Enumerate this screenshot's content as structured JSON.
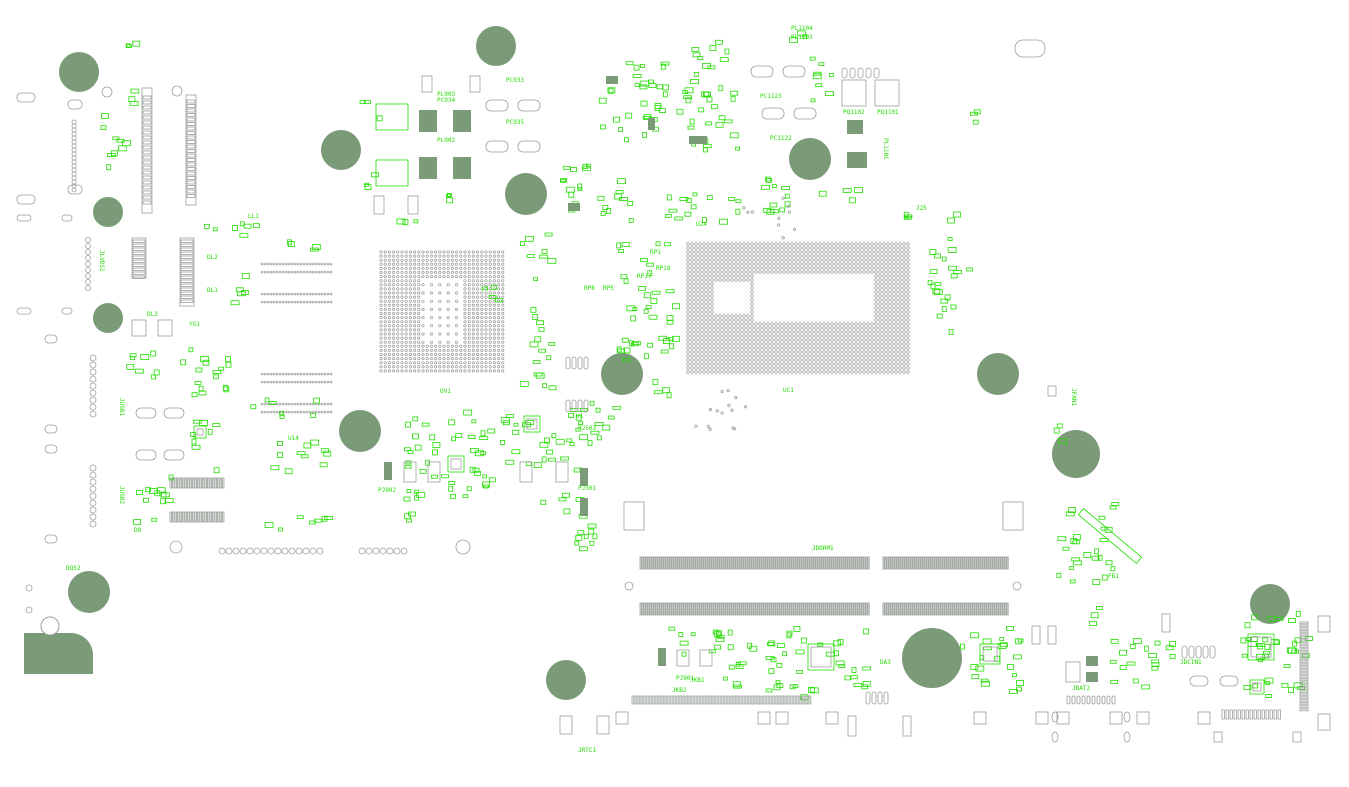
{
  "board": {
    "background": "#ffffff",
    "silk_color": "#22dd00",
    "hole_color": "#7a9a78",
    "pad_color": "#9aa09a"
  },
  "labels": {
    "pc933": "PC933",
    "pc935": "PC935",
    "pl903": "PL903",
    "pc934": "PC934",
    "pl902": "PL902",
    "pl1104": "PL1104",
    "pl1103": "PL1103",
    "pc1123": "PC1123",
    "pc1122": "PC1122",
    "pq1102": "PQ1102",
    "pq1101": "PQ1101",
    "pl1101": "PL1101",
    "lm1": "LL1",
    "dl2": "DL2",
    "dl1": "DL1",
    "dl3": "DL3",
    "yg1": "YG1",
    "uv1": "UV1",
    "u14": "U14",
    "jusb1": "JUSB1",
    "jusb2": "JUSB2",
    "jlvds1": "JLVDS1",
    "d8": "D8",
    "dq52": "DQ52",
    "rp8": "RP8",
    "rp5": "RP5",
    "rp17": "RP17",
    "rp18": "RP18",
    "rp1": "RP1",
    "u1": "U1",
    "pj503": "PJ503",
    "pj501": "PJ501",
    "uc1": "UC1",
    "jfan1": "JFAN1",
    "jddr": "JDDRM1",
    "jkb2": "JKB2",
    "jkb1": "JKB1",
    "da3": "DA3",
    "jbat2": "JBAT2",
    "jdcin1": "JDCIN1",
    "jrtc1": "JRTC1",
    "j25": "J25",
    "fb1": "FB1",
    "pj902": "PJ902",
    "pj901": "PJ901",
    "u24": "U24"
  }
}
